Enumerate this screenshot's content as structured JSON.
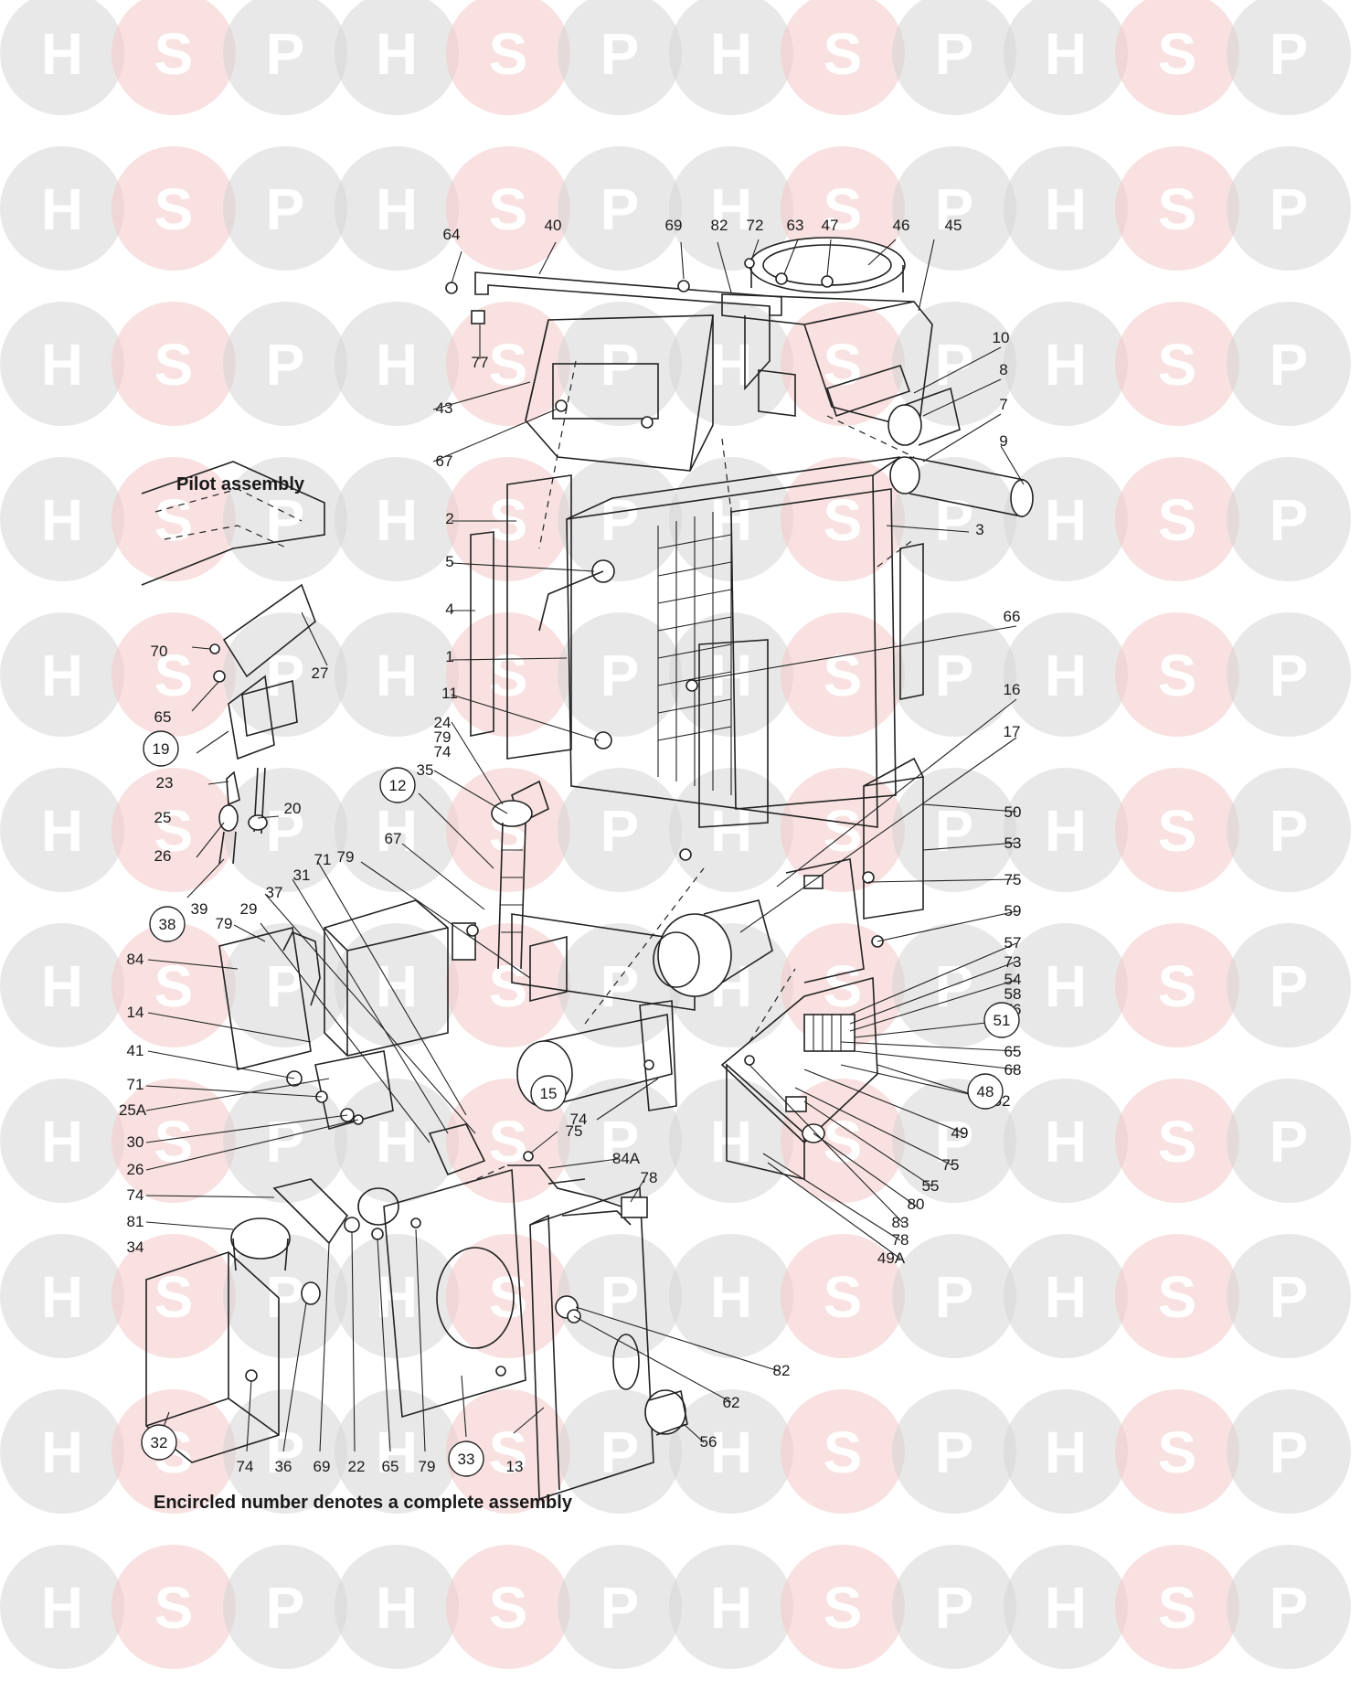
{
  "headings": {
    "pilot_assembly": "Pilot assembly",
    "footnote": "Encircled number denotes a complete assembly"
  },
  "watermark": {
    "letters": [
      "H",
      "S",
      "P"
    ],
    "colors": {
      "H": "#d6d6d6",
      "S": "#f2c8c6",
      "P": "#d6d6d6"
    }
  },
  "part_labels": [
    {
      "id": "64",
      "text": "64",
      "circled": false
    },
    {
      "id": "40",
      "text": "40",
      "circled": false
    },
    {
      "id": "69a",
      "text": "69",
      "circled": false
    },
    {
      "id": "82a",
      "text": "82",
      "circled": false
    },
    {
      "id": "72",
      "text": "72",
      "circled": false
    },
    {
      "id": "63",
      "text": "63",
      "circled": false
    },
    {
      "id": "47",
      "text": "47",
      "circled": false
    },
    {
      "id": "46",
      "text": "46",
      "circled": false
    },
    {
      "id": "45",
      "text": "45",
      "circled": false
    },
    {
      "id": "77",
      "text": "77",
      "circled": false
    },
    {
      "id": "10",
      "text": "10",
      "circled": false
    },
    {
      "id": "8",
      "text": "8",
      "circled": false
    },
    {
      "id": "43",
      "text": "43",
      "circled": false
    },
    {
      "id": "7",
      "text": "7",
      "circled": false
    },
    {
      "id": "67a",
      "text": "67",
      "circled": false
    },
    {
      "id": "9",
      "text": "9",
      "circled": false
    },
    {
      "id": "2",
      "text": "2",
      "circled": false
    },
    {
      "id": "3",
      "text": "3",
      "circled": false
    },
    {
      "id": "5",
      "text": "5",
      "circled": false
    },
    {
      "id": "4",
      "text": "4",
      "circled": false
    },
    {
      "id": "66",
      "text": "66",
      "circled": false
    },
    {
      "id": "70",
      "text": "70",
      "circled": false
    },
    {
      "id": "27",
      "text": "27",
      "circled": false
    },
    {
      "id": "1",
      "text": "1",
      "circled": false
    },
    {
      "id": "65a",
      "text": "65",
      "circled": false
    },
    {
      "id": "16",
      "text": "16",
      "circled": false
    },
    {
      "id": "11",
      "text": "11",
      "circled": false
    },
    {
      "id": "19",
      "text": "19",
      "circled": true
    },
    {
      "id": "24",
      "text": "24",
      "circled": false
    },
    {
      "id": "79a",
      "text": "79",
      "circled": false
    },
    {
      "id": "74a",
      "text": "74",
      "circled": false
    },
    {
      "id": "17",
      "text": "17",
      "circled": false
    },
    {
      "id": "23",
      "text": "23",
      "circled": false
    },
    {
      "id": "35",
      "text": "35",
      "circled": false
    },
    {
      "id": "12",
      "text": "12",
      "circled": true
    },
    {
      "id": "20",
      "text": "20",
      "circled": false
    },
    {
      "id": "25",
      "text": "25",
      "circled": false
    },
    {
      "id": "50",
      "text": "50",
      "circled": false
    },
    {
      "id": "67b",
      "text": "67",
      "circled": false
    },
    {
      "id": "79b",
      "text": "79",
      "circled": false
    },
    {
      "id": "26a",
      "text": "26",
      "circled": false
    },
    {
      "id": "53",
      "text": "53",
      "circled": false
    },
    {
      "id": "71a",
      "text": "71",
      "circled": false
    },
    {
      "id": "31",
      "text": "31",
      "circled": false
    },
    {
      "id": "37",
      "text": "37",
      "circled": false
    },
    {
      "id": "75a",
      "text": "75",
      "circled": false
    },
    {
      "id": "29",
      "text": "29",
      "circled": false
    },
    {
      "id": "79c",
      "text": "79",
      "circled": false
    },
    {
      "id": "59",
      "text": "59",
      "circled": false
    },
    {
      "id": "39",
      "text": "39",
      "circled": false
    },
    {
      "id": "38",
      "text": "38",
      "circled": true
    },
    {
      "id": "57",
      "text": "57",
      "circled": false
    },
    {
      "id": "73",
      "text": "73",
      "circled": false
    },
    {
      "id": "84",
      "text": "84",
      "circled": false
    },
    {
      "id": "54",
      "text": "54",
      "circled": false
    },
    {
      "id": "58",
      "text": "58",
      "circled": false
    },
    {
      "id": "14",
      "text": "14",
      "circled": false
    },
    {
      "id": "76",
      "text": "76",
      "circled": false
    },
    {
      "id": "41",
      "text": "41",
      "circled": false
    },
    {
      "id": "51",
      "text": "51",
      "circled": true
    },
    {
      "id": "65b",
      "text": "65",
      "circled": false
    },
    {
      "id": "71b",
      "text": "71",
      "circled": false
    },
    {
      "id": "68",
      "text": "68",
      "circled": false
    },
    {
      "id": "25A",
      "text": "25A",
      "circled": false
    },
    {
      "id": "52",
      "text": "52",
      "circled": false
    },
    {
      "id": "30",
      "text": "30",
      "circled": false
    },
    {
      "id": "48",
      "text": "48",
      "circled": true
    },
    {
      "id": "15",
      "text": "15",
      "circled": true
    },
    {
      "id": "74b",
      "text": "74",
      "circled": false
    },
    {
      "id": "26b",
      "text": "26",
      "circled": false
    },
    {
      "id": "75b",
      "text": "75",
      "circled": false
    },
    {
      "id": "49",
      "text": "49",
      "circled": false
    },
    {
      "id": "75c",
      "text": "75",
      "circled": false
    },
    {
      "id": "74c",
      "text": "74",
      "circled": false
    },
    {
      "id": "84A",
      "text": "84A",
      "circled": false
    },
    {
      "id": "55",
      "text": "55",
      "circled": false
    },
    {
      "id": "78a",
      "text": "78",
      "circled": false
    },
    {
      "id": "81",
      "text": "81",
      "circled": false
    },
    {
      "id": "80",
      "text": "80",
      "circled": false
    },
    {
      "id": "83",
      "text": "83",
      "circled": false
    },
    {
      "id": "34",
      "text": "34",
      "circled": false
    },
    {
      "id": "78b",
      "text": "78",
      "circled": false
    },
    {
      "id": "49A",
      "text": "49A",
      "circled": false
    },
    {
      "id": "82b",
      "text": "82",
      "circled": false
    },
    {
      "id": "62",
      "text": "62",
      "circled": false
    },
    {
      "id": "56",
      "text": "56",
      "circled": false
    },
    {
      "id": "32",
      "text": "32",
      "circled": true
    },
    {
      "id": "74d",
      "text": "74",
      "circled": false
    },
    {
      "id": "36",
      "text": "36",
      "circled": false
    },
    {
      "id": "69b",
      "text": "69",
      "circled": false
    },
    {
      "id": "22",
      "text": "22",
      "circled": false
    },
    {
      "id": "65c",
      "text": "65",
      "circled": false
    },
    {
      "id": "79d",
      "text": "79",
      "circled": false
    },
    {
      "id": "33",
      "text": "33",
      "circled": true
    },
    {
      "id": "13",
      "text": "13",
      "circled": false
    }
  ]
}
